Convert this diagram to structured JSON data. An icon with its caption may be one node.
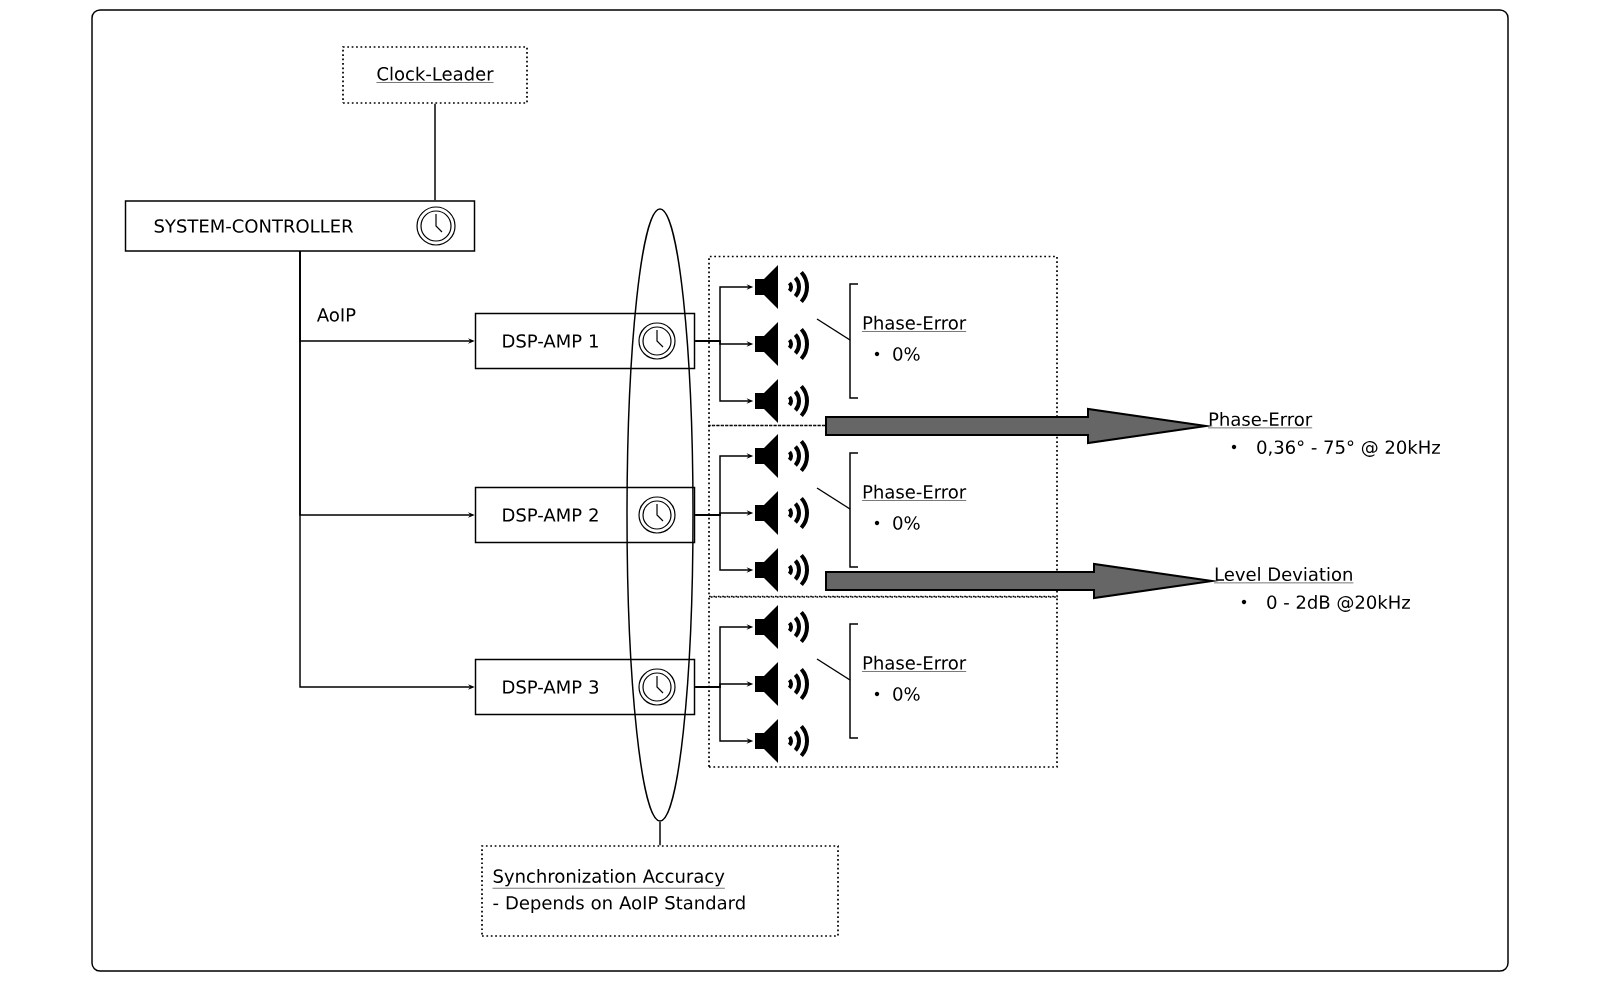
{
  "diagram": {
    "nodes": [
      {
        "text": [
          "Clock-Leader"
        ]
      },
      {
        "text": [
          "SYSTEM-CONTROLLER"
        ]
      },
      {
        "text": [
          "DSP-AMP 1"
        ]
      },
      {
        "text": [
          "DSP-AMP 2"
        ]
      },
      {
        "text": [
          "DSP-AMP 3"
        ]
      },
      {
        "text": [],
        "shape": "ellipse"
      },
      {
        "text": [
          "Phase-Error",
          "0%"
        ]
      },
      {
        "text": [
          "Phase-Error",
          "0%"
        ]
      },
      {
        "text": [
          "Phase-Error",
          "0%"
        ]
      },
      {
        "text": [],
        "shape": "speaker",
        "in": 6
      },
      {
        "text": [],
        "shape": "speaker",
        "in": 6
      },
      {
        "text": [],
        "shape": "speaker",
        "in": 6
      },
      {
        "text": [],
        "shape": "speaker",
        "in": 7
      },
      {
        "text": [],
        "shape": "speaker",
        "in": 7
      },
      {
        "text": [],
        "shape": "speaker",
        "in": 7
      },
      {
        "text": [],
        "shape": "speaker",
        "in": 8
      },
      {
        "text": [],
        "shape": "speaker",
        "in": 8
      },
      {
        "text": [],
        "shape": "speaker",
        "in": 8
      },
      {
        "text": [
          "Phase-Error",
          "0,36° - 75° @ 20kHz"
        ]
      },
      {
        "text": [
          "Level Deviation",
          "0 - 2dB @20kHz"
        ]
      },
      {
        "text": [
          "Synchronization Accuracy",
          "- Depends on AoIP Standard"
        ]
      }
    ],
    "edges": [
      {
        "from": 0,
        "to": 1,
        "arrow": "none"
      },
      {
        "from": 1,
        "to": 2,
        "arrow": "to",
        "label": "AoIP"
      },
      {
        "from": 1,
        "to": 3,
        "arrow": "to"
      },
      {
        "from": 1,
        "to": 4,
        "arrow": "to"
      },
      {
        "from": 2,
        "to": 9,
        "arrow": "to"
      },
      {
        "from": 2,
        "to": 10,
        "arrow": "to"
      },
      {
        "from": 2,
        "to": 11,
        "arrow": "to"
      },
      {
        "from": 3,
        "to": 12,
        "arrow": "to"
      },
      {
        "from": 3,
        "to": 13,
        "arrow": "to"
      },
      {
        "from": 3,
        "to": 14,
        "arrow": "to"
      },
      {
        "from": 4,
        "to": 15,
        "arrow": "to"
      },
      {
        "from": 4,
        "to": 16,
        "arrow": "to"
      },
      {
        "from": 4,
        "to": 17,
        "arrow": "to"
      },
      {
        "from": 5,
        "to": 20,
        "arrow": "none"
      },
      {
        "from": null,
        "to": 18,
        "arrow": "to",
        "style": "thick",
        "color": "#666666"
      },
      {
        "from": null,
        "to": 19,
        "arrow": "to",
        "style": "thick",
        "color": "#666666"
      }
    ]
  }
}
